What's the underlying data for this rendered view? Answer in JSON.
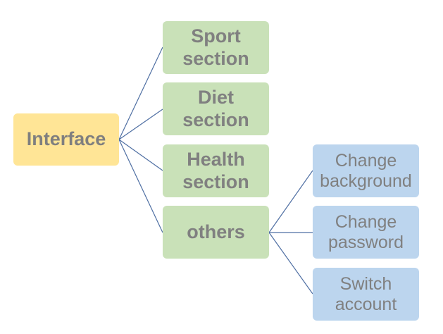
{
  "diagram": {
    "root": {
      "label": "Interface"
    },
    "sections": [
      {
        "label": "Sport\nsection"
      },
      {
        "label": "Diet\nsection"
      },
      {
        "label": "Health\nsection"
      },
      {
        "label": "others"
      }
    ],
    "others_children": [
      {
        "label": "Change\nbackground"
      },
      {
        "label": "Change\npassword"
      },
      {
        "label": "Switch\naccount"
      }
    ]
  },
  "colors": {
    "root_fill": "#ffe596",
    "section_fill": "#c9e1b8",
    "child_fill": "#bcd5ee",
    "connector": "#4f6fa3",
    "text": "#808080"
  }
}
